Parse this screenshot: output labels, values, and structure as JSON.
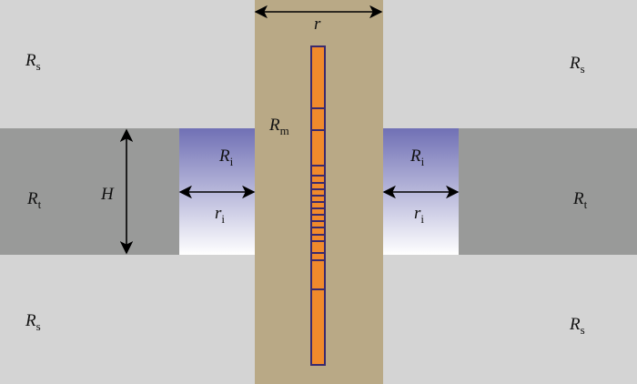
{
  "colors": {
    "shoulder_bed": "#d4d4d4",
    "target_layer": "#999a99",
    "borehole_mud": "#b9a986",
    "invaded_top": "#7070b5",
    "invaded_bottom": "#ffffff",
    "tool_fill": "#f08a2c",
    "tool_outline": "#3a2a6e",
    "arrow": "#000000"
  },
  "labels": {
    "rs_main": "R",
    "rs_sub": "s",
    "rt_main": "R",
    "rt_sub": "t",
    "ri_main": "R",
    "ri_sub": "i",
    "rm_main": "R",
    "rm_sub": "m",
    "ri_radius_main": "r",
    "ri_radius_sub": "i",
    "borehole_radius": "r",
    "thickness": "H"
  }
}
